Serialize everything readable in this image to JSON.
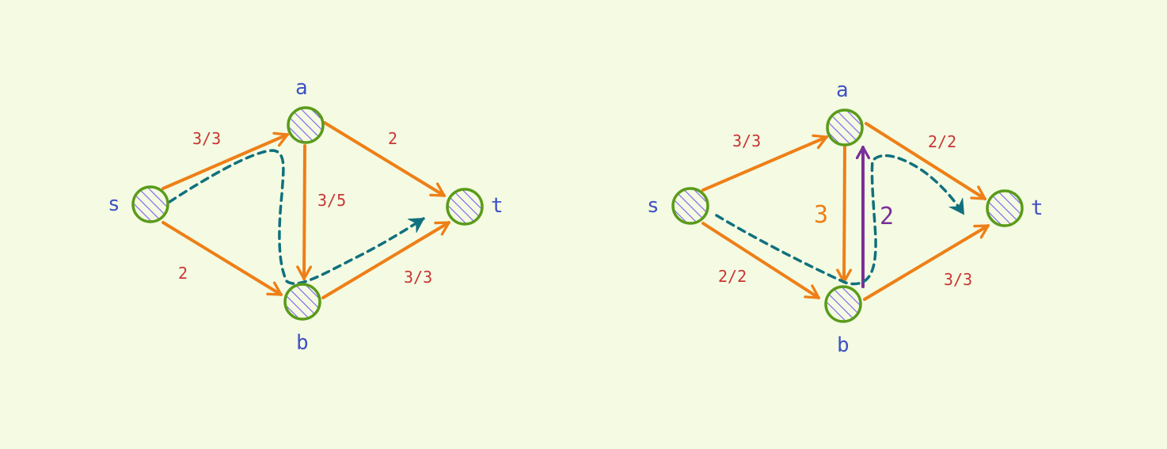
{
  "colors": {
    "background": "#f4fbe2",
    "edge": "#ee7f17",
    "dashed_path": "#11707e",
    "residual_back_edge": "#7b2e9a",
    "node_stroke": "#5a9b1a",
    "node_hatch": "#7b5cf0",
    "node_label": "#3f51c4",
    "capacity_label": "#c93434"
  },
  "left_graph": {
    "nodes": {
      "s": "s",
      "a": "a",
      "b": "b",
      "t": "t"
    },
    "edges": {
      "s_a": "3/3",
      "s_b": "2",
      "a_b": "3/5",
      "a_t": "2",
      "b_t": "3/3"
    }
  },
  "right_graph": {
    "nodes": {
      "s": "s",
      "a": "a",
      "b": "b",
      "t": "t"
    },
    "edges": {
      "s_a": "3/3",
      "s_b": "2/2",
      "a_t": "2/2",
      "b_t": "3/3",
      "a_b_flow": "3",
      "b_a_residual": "2"
    }
  }
}
